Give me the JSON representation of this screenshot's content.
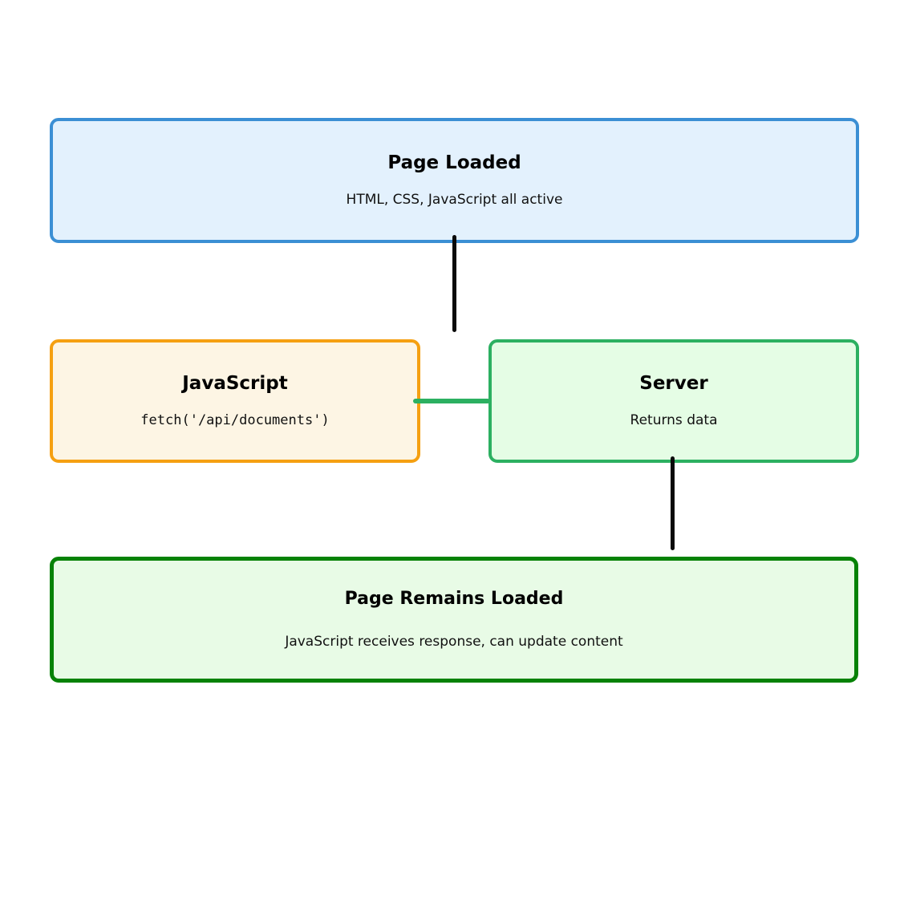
{
  "diagram": {
    "type": "flowchart",
    "background_color": "#ffffff",
    "nodes": [
      {
        "id": "page-loaded",
        "title": "Page Loaded",
        "subtitle": "HTML, CSS, JavaScript all active",
        "subtitle_style": "sans",
        "fill_color": "#e3f1fd",
        "border_color": "#3b8fd4"
      },
      {
        "id": "javascript",
        "title": "JavaScript",
        "subtitle": "fetch('/api/documents')",
        "subtitle_style": "mono",
        "fill_color": "#fdf5e4",
        "border_color": "#f5a011"
      },
      {
        "id": "server",
        "title": "Server",
        "subtitle": "Returns data",
        "subtitle_style": "sans",
        "fill_color": "#e5fde5",
        "border_color": "#2cb061"
      },
      {
        "id": "page-remains-loaded",
        "title": "Page Remains Loaded",
        "subtitle": "JavaScript receives response, can update content",
        "subtitle_style": "sans",
        "fill_color": "#e8fbe6",
        "border_color": "#068206"
      }
    ],
    "connectors": [
      {
        "id": "page-to-js",
        "from": "page-loaded",
        "to": "javascript",
        "color": "#0a0a0a",
        "orientation": "vertical"
      },
      {
        "id": "js-to-server",
        "from": "javascript",
        "to": "server",
        "color": "#2cb061",
        "orientation": "horizontal"
      },
      {
        "id": "server-to-bottom",
        "from": "server",
        "to": "page-remains-loaded",
        "color": "#0a0a0a",
        "orientation": "vertical"
      }
    ]
  }
}
